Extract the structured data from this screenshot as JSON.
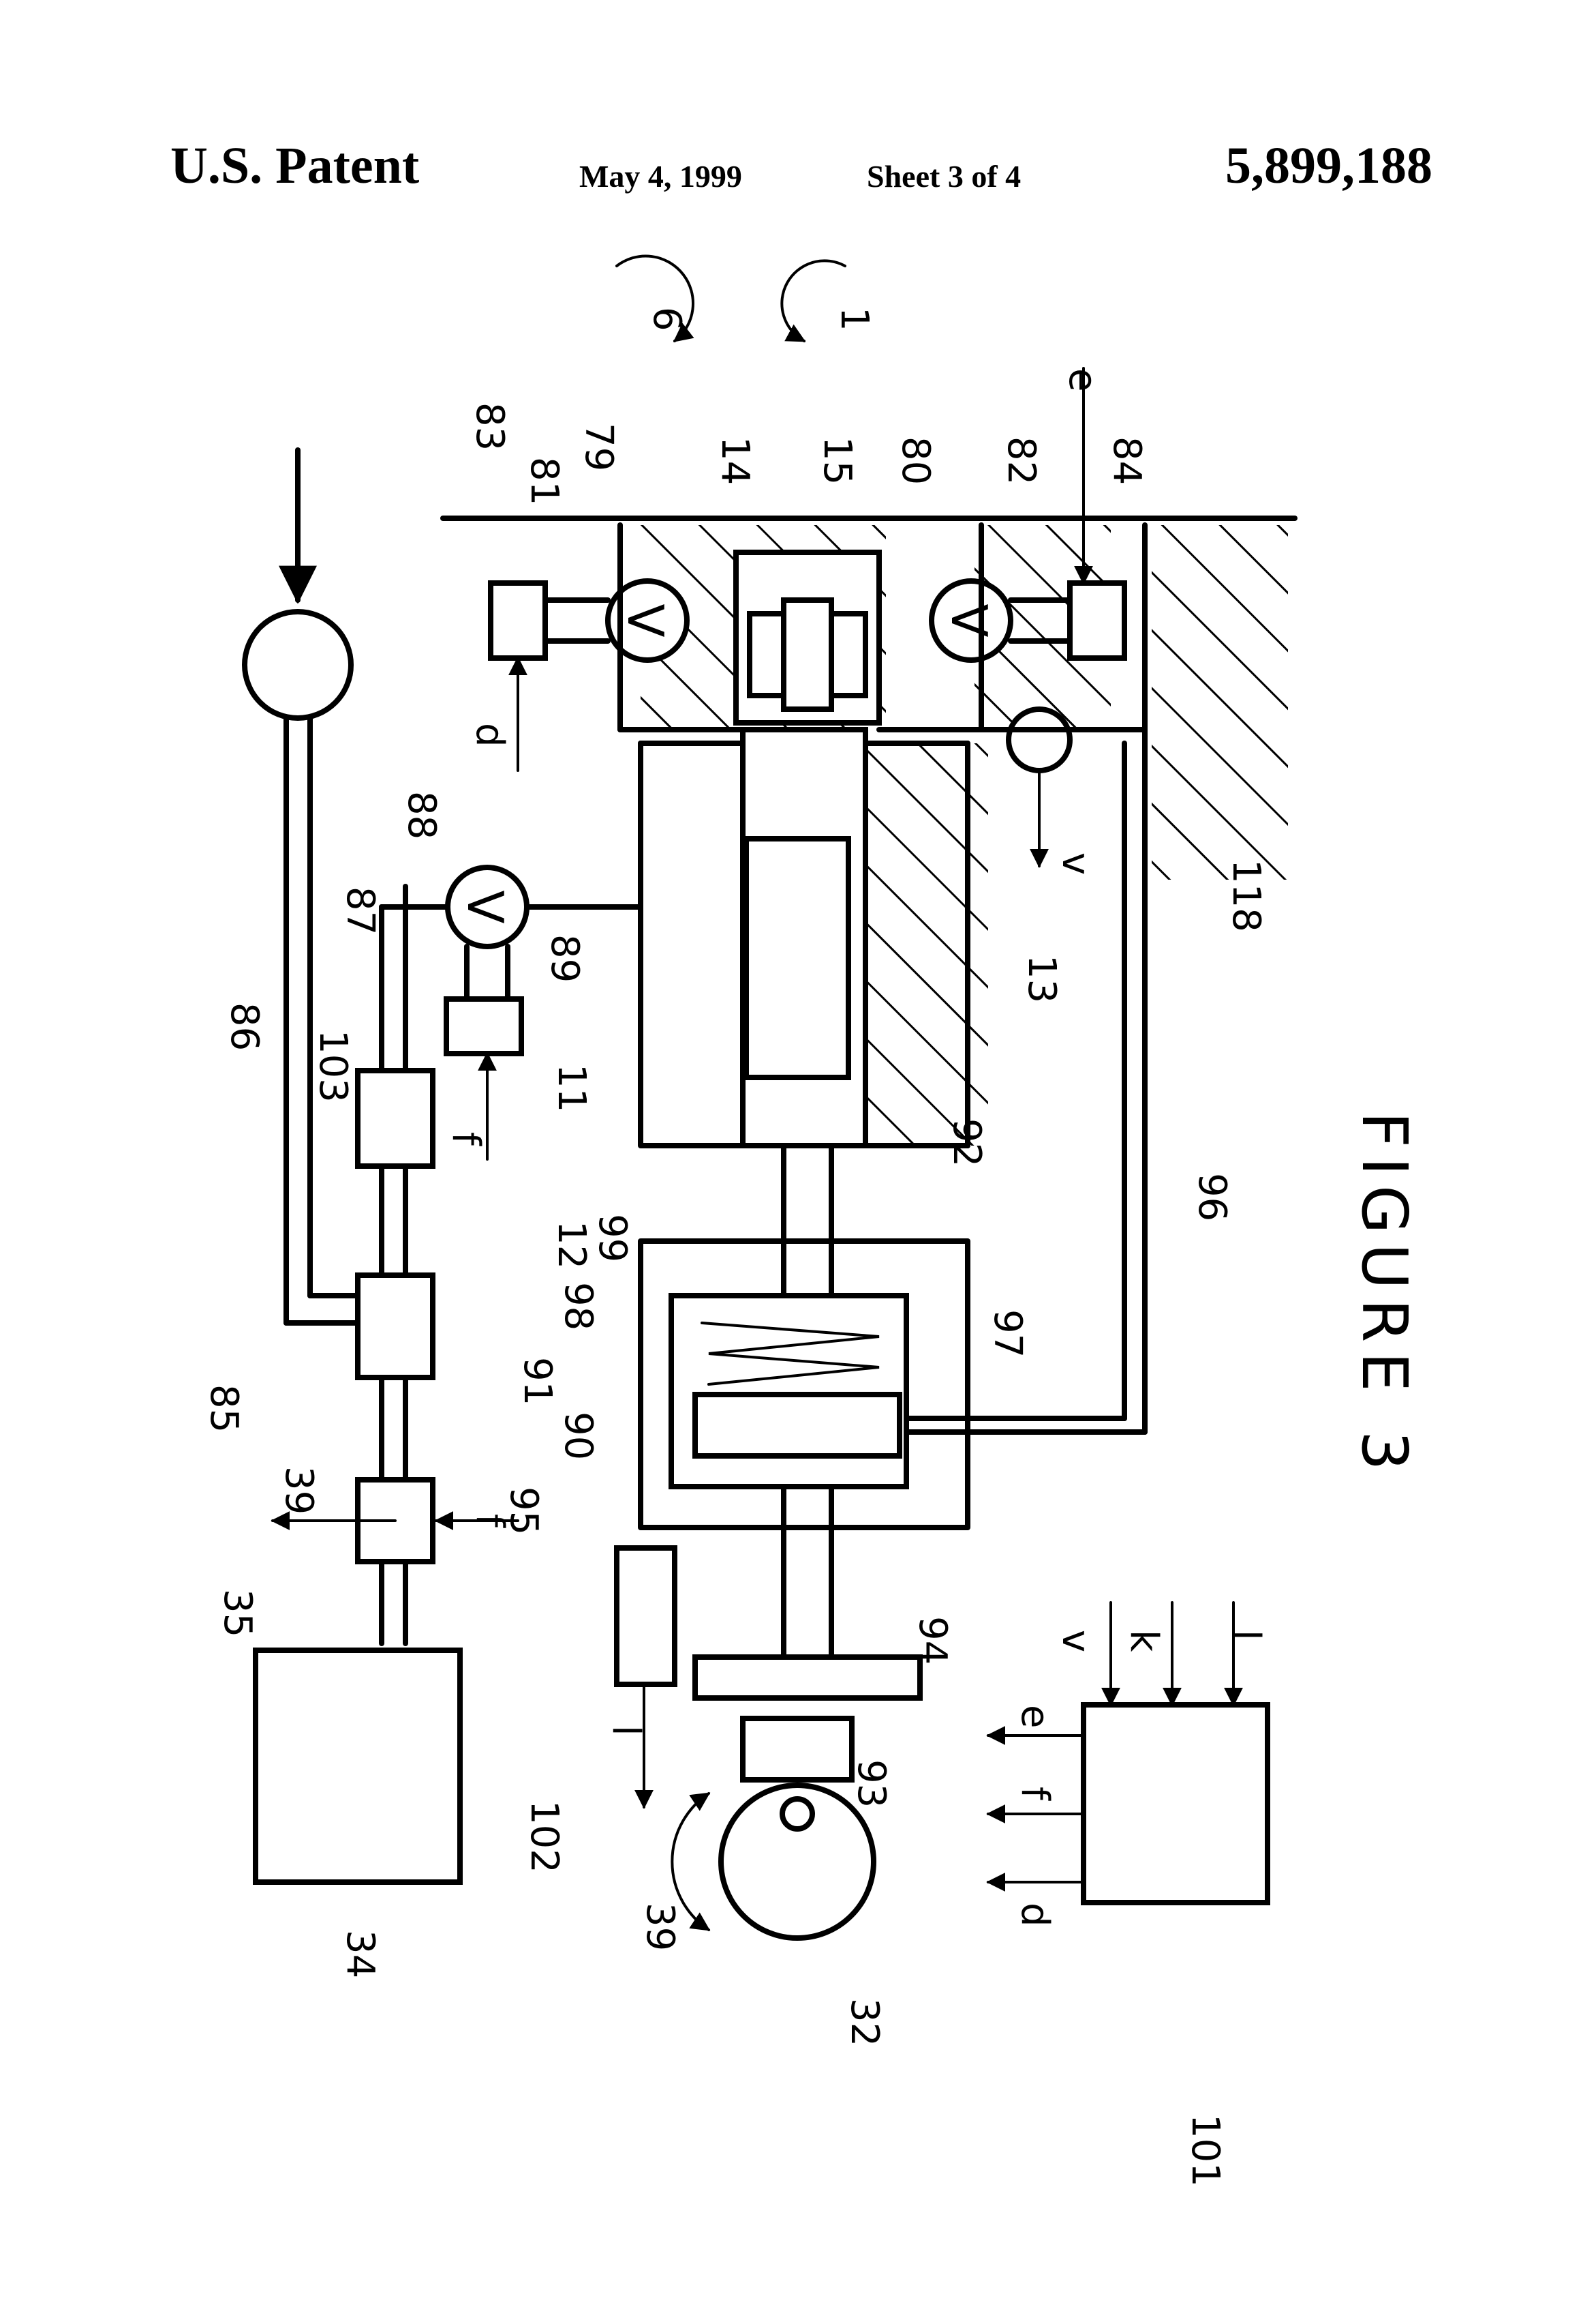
{
  "header": {
    "left": "U.S. Patent",
    "date": "May 4, 1999",
    "sheet": "Sheet 3 of 4",
    "patent_number": "5,899,188"
  },
  "figure": {
    "caption": "FIGURE 3",
    "valve_symbol": "V",
    "numerals": [
      "1",
      "6",
      "11",
      "12",
      "13",
      "14",
      "15",
      "32",
      "34",
      "35",
      "39",
      "39",
      "79",
      "80",
      "81",
      "82",
      "83",
      "84",
      "85",
      "86",
      "87",
      "88",
      "89",
      "90",
      "91",
      "92",
      "94",
      "93",
      "95",
      "96",
      "97",
      "98",
      "99",
      "101",
      "102",
      "103",
      "118"
    ],
    "signals": [
      "d",
      "e",
      "f",
      "f",
      "v",
      "v",
      "k",
      "l",
      "l",
      "e",
      "f",
      "d"
    ]
  }
}
